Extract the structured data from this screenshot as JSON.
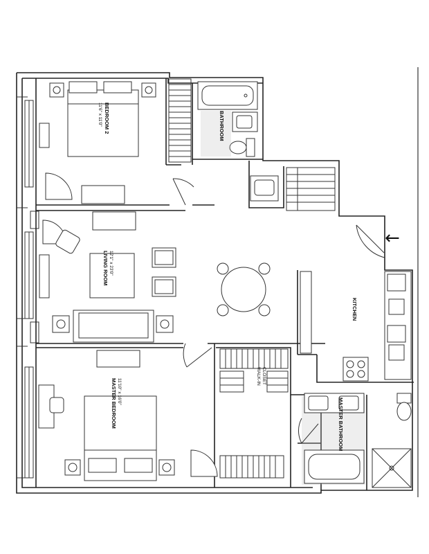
{
  "rooms": {
    "bedroom2": {
      "label": "BEDROOM 2",
      "dims": "11'6\" x 11'0\""
    },
    "bathroom": {
      "label": "BATHROOM"
    },
    "living_room": {
      "label": "LIVING ROOM",
      "dims": "12'1\" x 23'0\""
    },
    "kitchen": {
      "label": "KITCHEN"
    },
    "walk_in_closet": {
      "label_line1": "WALK-IN",
      "label_line2": "CLOSET"
    },
    "master_bedroom": {
      "label": "MASTER BEDROOM",
      "dims": "11'10\" x 16'0\""
    },
    "master_bathroom": {
      "label": "MASTER BATHROOM"
    }
  },
  "entry_arrow": "←"
}
